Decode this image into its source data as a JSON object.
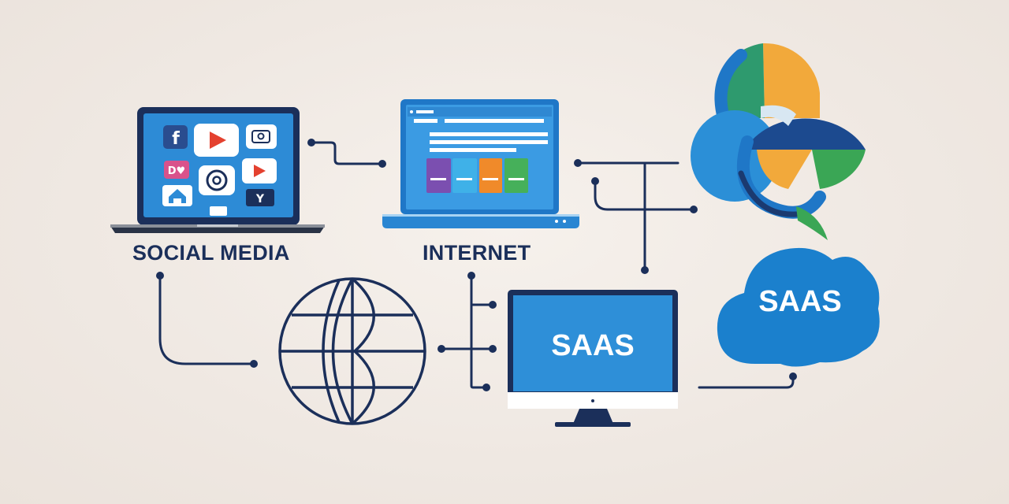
{
  "labels": {
    "social_media": "SOCIAL MEDIA",
    "internet": "INTERNET",
    "monitor_saas": "SAAS",
    "cloud_saas": "SAAS"
  },
  "colors": {
    "background": "#efe8e2",
    "navy": "#1b2f5a",
    "screen_blue": "#2e8fd8",
    "cloud_blue": "#1a7fcc",
    "green": "#3aa66b",
    "orange": "#f2a93b"
  },
  "icons": [
    "laptop-icon",
    "facebook-icon",
    "youtube-icon",
    "camera-icon",
    "at-sign-icon",
    "globe-icon",
    "desktop-monitor-icon",
    "cloud-icon",
    "pie-logo-icon"
  ]
}
